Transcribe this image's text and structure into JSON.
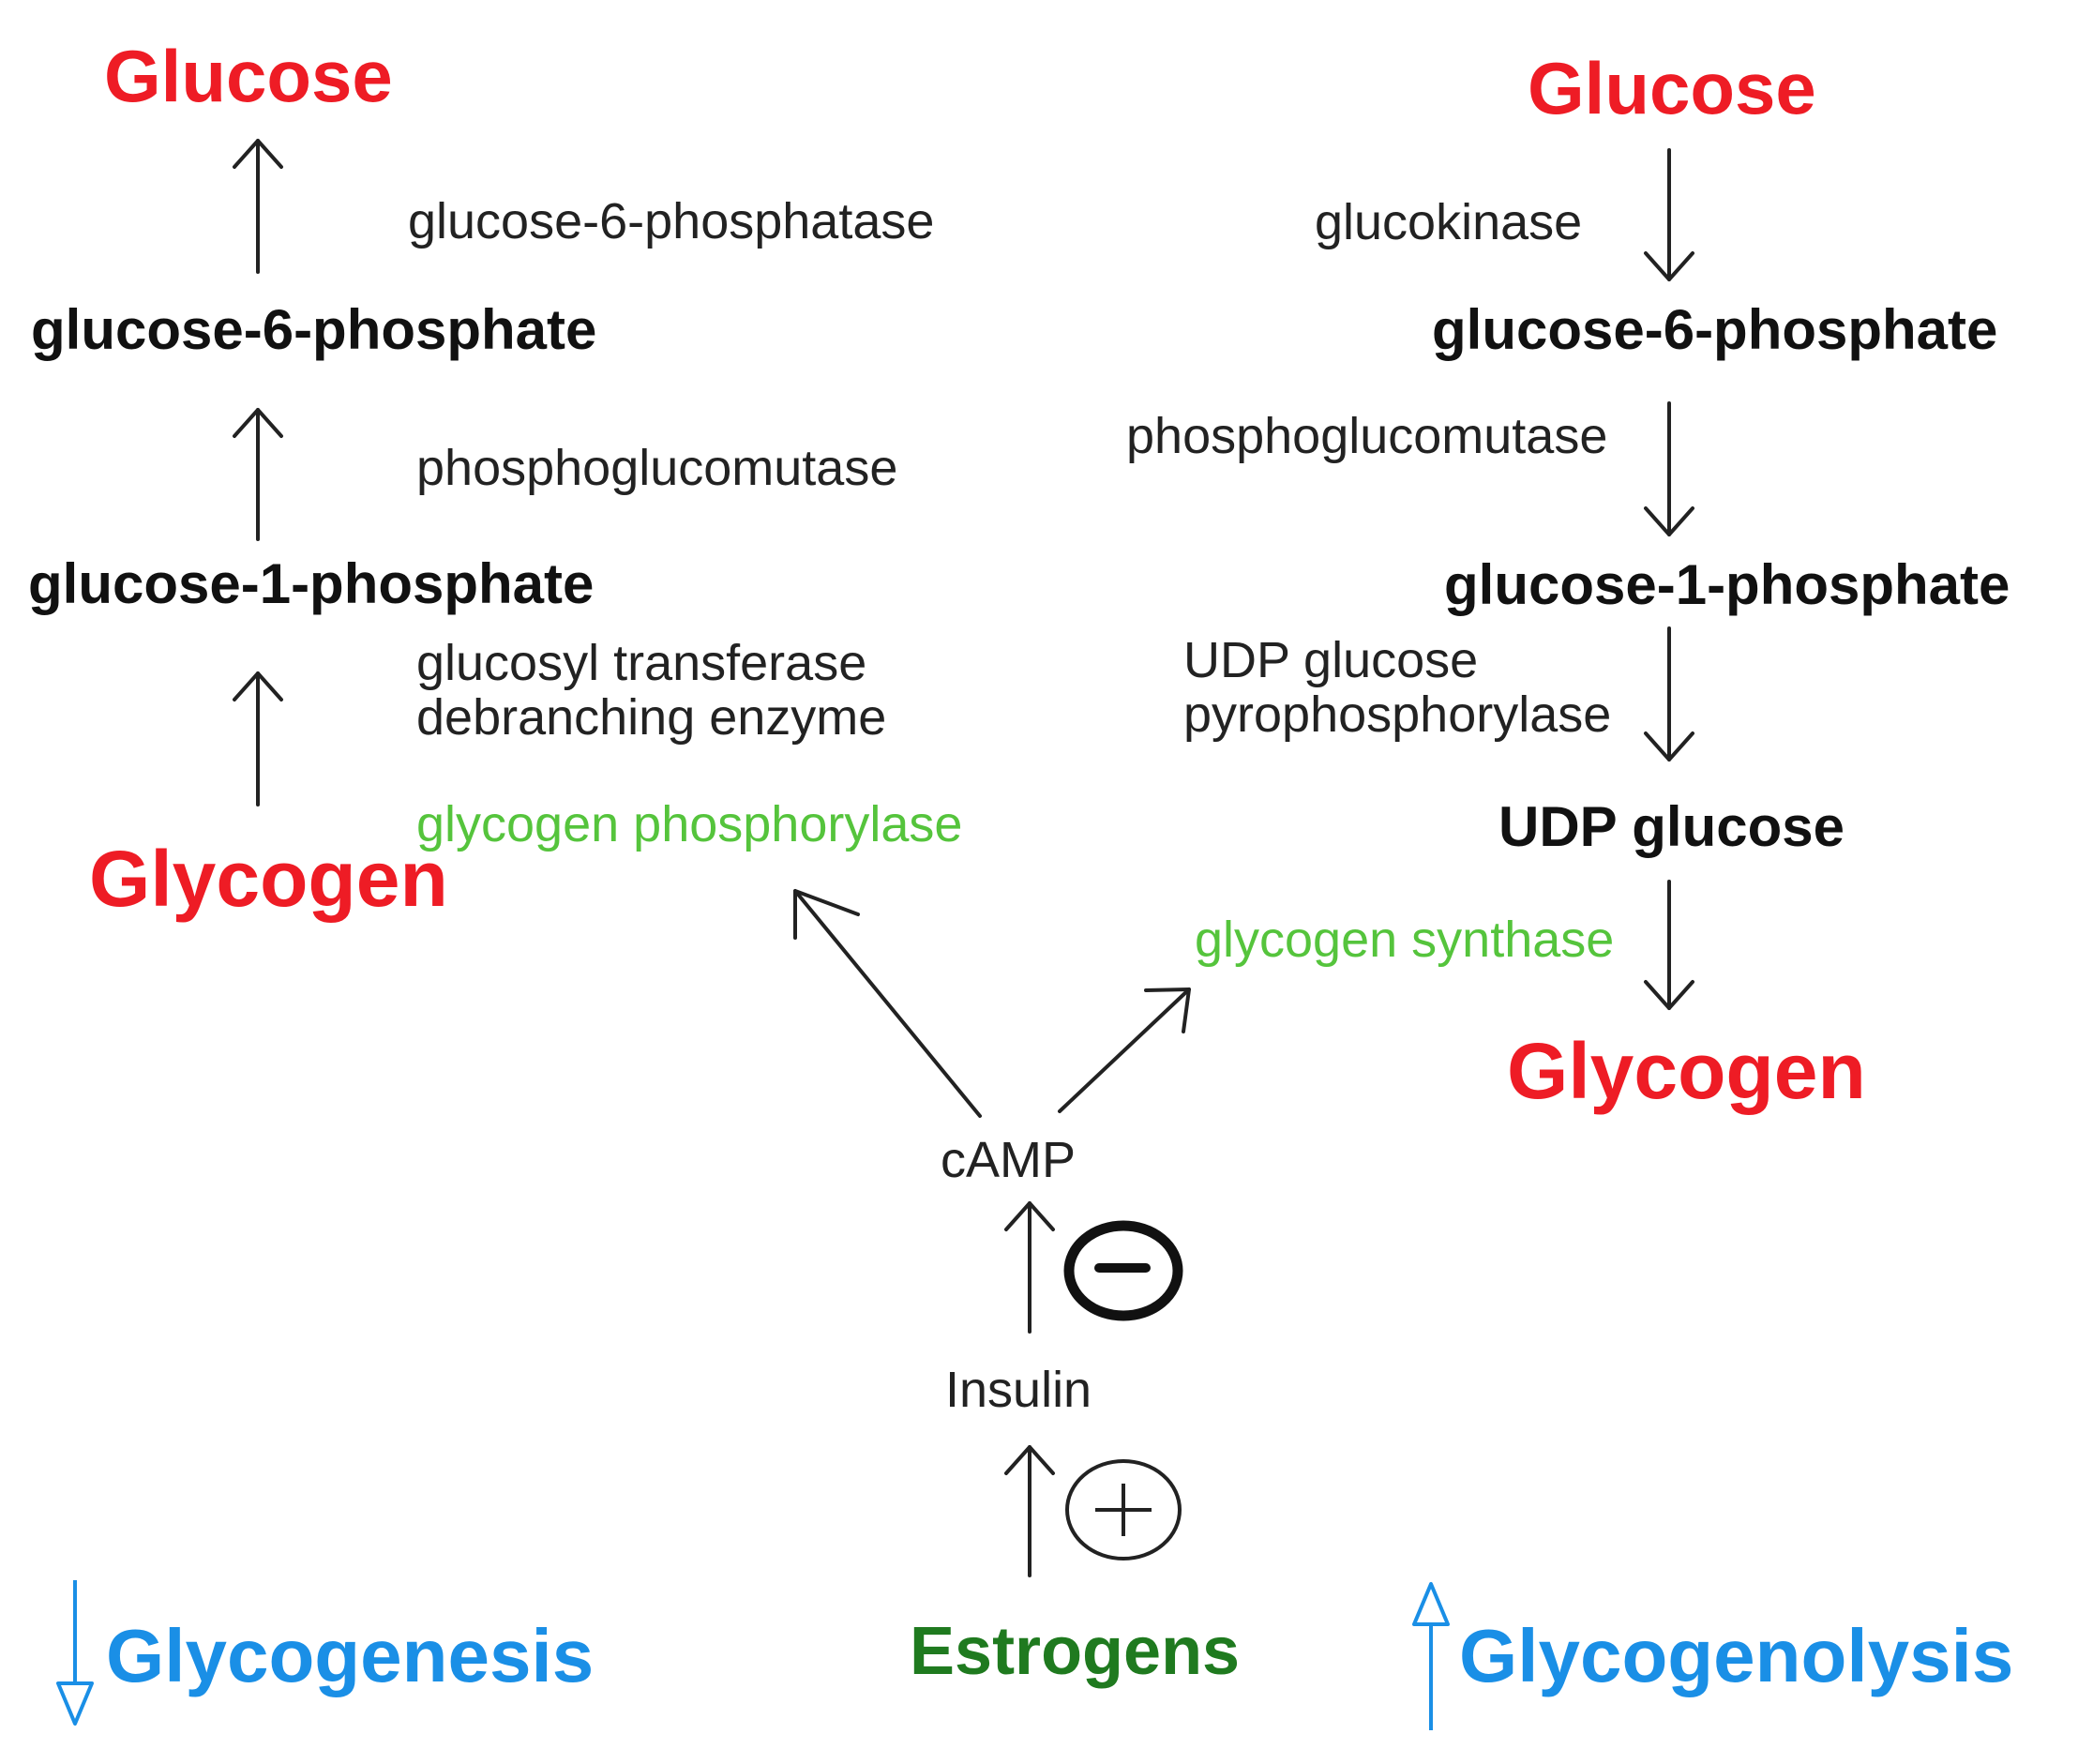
{
  "left_pathway": {
    "glucose": "Glucose",
    "glucose_6_phosphatase": "glucose-6-phosphatase",
    "glucose_6_phosphate": "glucose-6-phosphate",
    "phosphoglucomutase": "phosphoglucomutase",
    "glucose_1_phosphate": "glucose-1-phosphate",
    "glucosyl_transferase": "glucosyl transferase",
    "debranching_enzyme": "debranching enzyme",
    "glycogen_phosphorylase": "glycogen phosphorylase",
    "glycogen": "Glycogen"
  },
  "right_pathway": {
    "glucose": "Glucose",
    "glucokinase": "glucokinase",
    "glucose_6_phosphate": "glucose-6-phosphate",
    "phosphoglucomutase": "phosphoglucomutase",
    "glucose_1_phosphate": "glucose-1-phosphate",
    "udp_glucose_pyrophosphorylase_line1": "UDP glucose",
    "udp_glucose_pyrophosphorylase_line2": "pyrophosphorylase",
    "udp_glucose": "UDP glucose",
    "glycogen_synthase": "glycogen synthase",
    "glycogen": "Glycogen"
  },
  "regulation": {
    "camp": "cAMP",
    "insulin": "Insulin",
    "estrogens": "Estrogens",
    "inhibit_symbol": "−",
    "stimulate_symbol": "+"
  },
  "outcomes": {
    "glycogenesis": "Glycogenesis",
    "glycogenolysis": "Glycogenolysis"
  },
  "colors": {
    "substrate_red": "#ee1c25",
    "enzyme_green": "#55c43c",
    "estrogens_green": "#1f7a1f",
    "outcome_blue": "#1a8fe6"
  }
}
